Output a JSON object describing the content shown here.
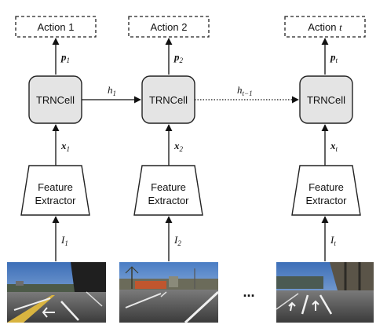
{
  "actions": [
    {
      "label": "Action 1"
    },
    {
      "label": "Action 2"
    },
    {
      "label": "Action",
      "label_var": "t"
    }
  ],
  "cells": [
    {
      "label": "TRNCell"
    },
    {
      "label": "TRNCell"
    },
    {
      "label": "TRNCell"
    }
  ],
  "extractors": [
    {
      "line1": "Feature",
      "line2": "Extractor"
    },
    {
      "line1": "Feature",
      "line2": "Extractor"
    },
    {
      "line1": "Feature",
      "line2": "Extractor"
    }
  ],
  "outputs": [
    {
      "sym": "p",
      "sub": "1"
    },
    {
      "sym": "p",
      "sub": "2"
    },
    {
      "sym": "p",
      "sub": "t"
    }
  ],
  "features": [
    {
      "sym": "x",
      "sub": "1"
    },
    {
      "sym": "x",
      "sub": "2"
    },
    {
      "sym": "x",
      "sub": "t"
    }
  ],
  "inputs": [
    {
      "sym": "I",
      "sub": "1"
    },
    {
      "sym": "I",
      "sub": "2"
    },
    {
      "sym": "I",
      "sub": "t"
    }
  ],
  "hidden": [
    {
      "sym": "h",
      "sub": "1"
    },
    {
      "sym": "h",
      "sub": "t−1"
    }
  ],
  "ellipsis": "...",
  "frames": [
    {
      "scene": "road-frame-1"
    },
    {
      "scene": "road-frame-2"
    },
    {
      "scene": "road-frame-t"
    }
  ]
}
